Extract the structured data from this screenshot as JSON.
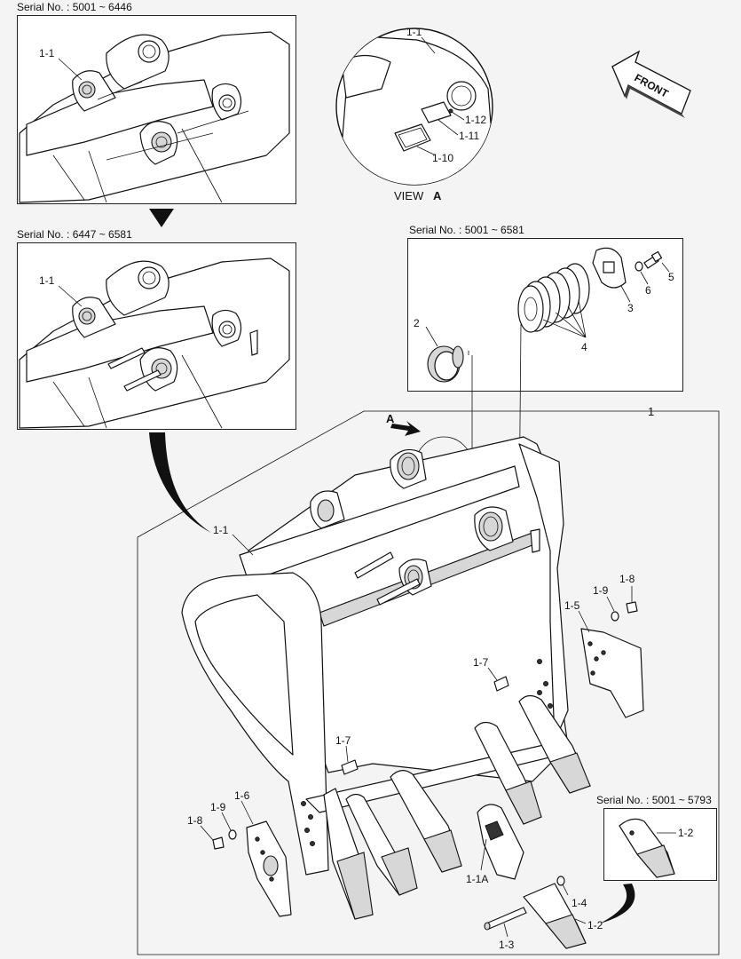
{
  "titles": {
    "serial_top": "Serial No. : 5001 ~ 6446",
    "serial_middle": "Serial No. : 6447 ~ 6581",
    "serial_pin": "Serial No. : 5001 ~ 6581",
    "serial_tooth": "Serial No. : 5001 ~ 5793",
    "view_a": "VIEW",
    "view_a_letter": "A",
    "front": "FRONT",
    "arrow_a": "A"
  },
  "labels": {
    "top_1_1": "1-1",
    "mid_1_1": "1-1",
    "view_1_1": "1-1",
    "view_1_12": "1-12",
    "view_1_11": "1-11",
    "view_1_10": "1-10",
    "p2": "2",
    "p3": "3",
    "p4": "4",
    "p5": "5",
    "p6": "6",
    "main_1": "1",
    "main_1_1": "1-1",
    "m_1_8_r": "1-8",
    "m_1_9_r": "1-9",
    "m_1_5": "1-5",
    "m_1_7_r": "1-7",
    "m_1_7_l": "1-7",
    "m_1_6": "1-6",
    "m_1_9_l": "1-9",
    "m_1_8_l": "1-8",
    "m_1_1A": "1-1A",
    "m_1_4": "1-4",
    "m_1_2": "1-2",
    "m_1_3": "1-3",
    "tooth_1_2": "1-2"
  }
}
